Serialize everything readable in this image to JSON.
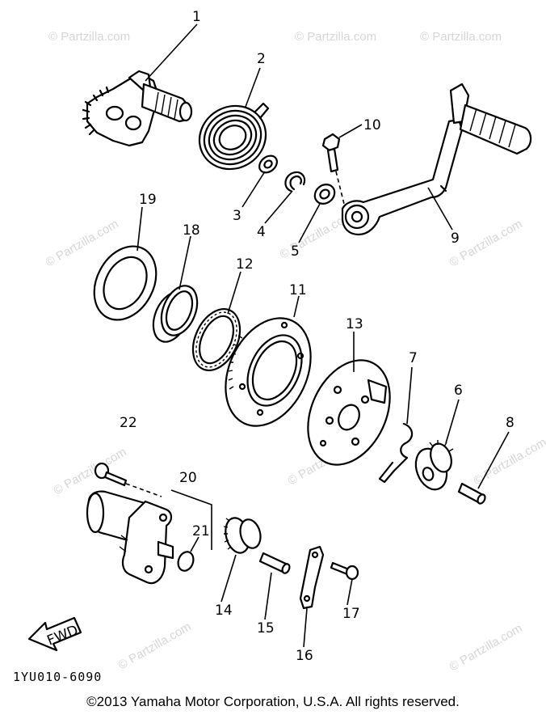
{
  "watermark": "© Partzilla.com",
  "callouts": {
    "p1": "1",
    "p2": "2",
    "p3": "3",
    "p4": "4",
    "p5": "5",
    "p6": "6",
    "p7": "7",
    "p8": "8",
    "p9": "9",
    "p10": "10",
    "p11": "11",
    "p12": "12",
    "p13": "13",
    "p14": "14",
    "p15": "15",
    "p16": "16",
    "p17": "17",
    "p18": "18",
    "p19": "19",
    "p20": "20",
    "p21": "21",
    "p22": "22"
  },
  "fwd_label": "FWD",
  "diagram_code": "1YU010-6090",
  "copyright": "©2013 Yamaha Motor Corporation, U.S.A. All rights reserved."
}
